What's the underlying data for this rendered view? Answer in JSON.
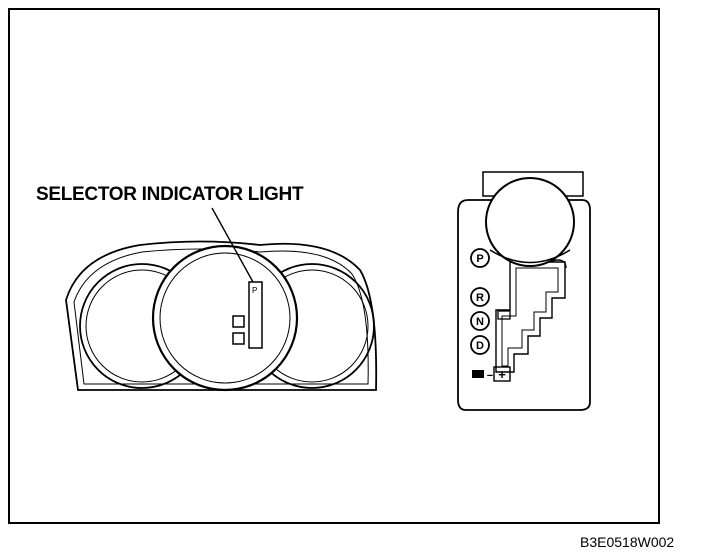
{
  "callout_label": "SELECTOR INDICATOR LIGHT",
  "diagram_code": "B3E0518W002",
  "cluster": {
    "indicator_letter": "P"
  },
  "shifter": {
    "positions": [
      "P",
      "R",
      "N",
      "D"
    ],
    "minus_symbol": "−",
    "plus_symbol": "+"
  }
}
